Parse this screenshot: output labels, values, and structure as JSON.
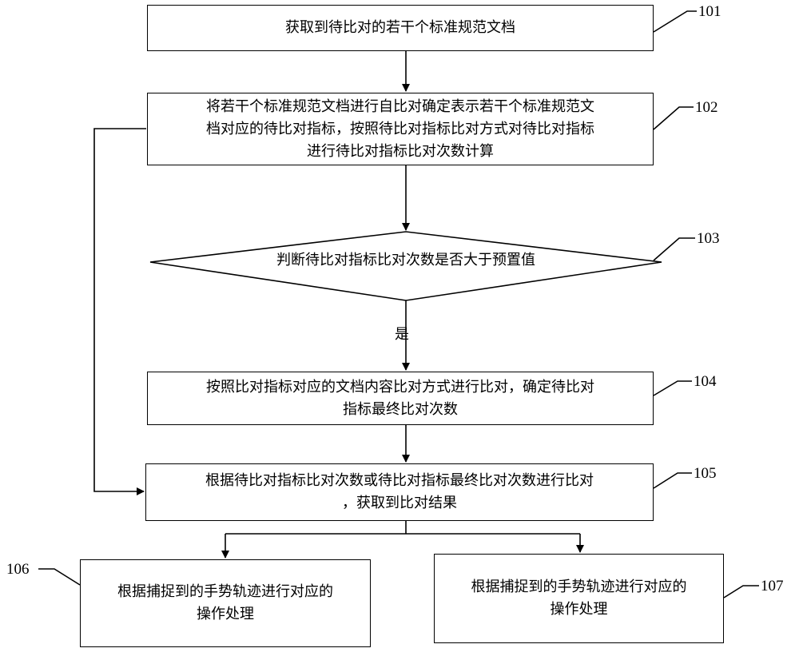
{
  "steps": {
    "s101": {
      "ref": "101",
      "text": "获取到待比对的若干个标准规范文档"
    },
    "s102": {
      "ref": "102",
      "lines": [
        "将若干个标准规范文档进行自比对确定表示若干个标准规范文",
        "档对应的待比对指标，按照待比对指标比对方式对待比对指标",
        "进行待比对指标比对次数计算"
      ]
    },
    "s103": {
      "ref": "103",
      "text": "判断待比对指标比对次数是否大于预置值"
    },
    "s104": {
      "ref": "104",
      "lines": [
        "按照比对指标对应的文档内容比对方式进行比对，确定待比对",
        "指标最终比对次数"
      ]
    },
    "s105": {
      "ref": "105",
      "lines": [
        "根据待比对指标比对次数或待比对指标最终比对次数进行比对",
        "，获取到比对结果"
      ]
    },
    "s106": {
      "ref": "106",
      "lines": [
        "根据捕捉到的手势轨迹进行对应的",
        "操作处理"
      ]
    },
    "s107": {
      "ref": "107",
      "lines": [
        "根据捕捉到的手势轨迹进行对应的",
        "操作处理"
      ]
    }
  },
  "edges": {
    "yes_label": "是"
  }
}
